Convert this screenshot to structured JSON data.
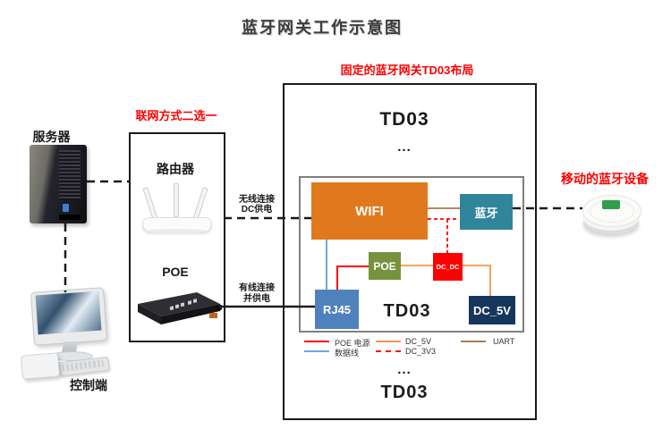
{
  "title": "蓝牙网关工作示意图",
  "captions": {
    "fixed_gateway": "固定的蓝牙网关TD03布局",
    "network_choice": "联网方式二选一",
    "mobile_device": "移动的蓝牙设备"
  },
  "left_side": {
    "server_label": "服务器",
    "control_label": "控制端",
    "router_label": "路由器",
    "poe_switch_label": "POE"
  },
  "connections": {
    "wireless_line1": "无线连接",
    "wireless_line2": "DC供电",
    "wired_line1": "有线连接",
    "wired_line2": "并供电"
  },
  "gateway": {
    "td03_top": "TD03",
    "ellipsis_top": "...",
    "td03_mid": "TD03",
    "ellipsis_bottom": "...",
    "td03_bottom": "TD03",
    "modules": {
      "wifi": "WIFI",
      "bluetooth": "蓝牙",
      "poe": "POE",
      "dcdc": "DC_DC",
      "rj45": "RJ45",
      "dc5v": "DC_5V"
    }
  },
  "legend": [
    {
      "label": "POE 电源",
      "color": "#ff0000",
      "style": "solid"
    },
    {
      "label": "DC_5V",
      "color": "#f79646",
      "style": "solid"
    },
    {
      "label": "UART",
      "color": "#a97c50",
      "style": "solid"
    },
    {
      "label": "数据线",
      "color": "#6fa8dc",
      "style": "solid"
    },
    {
      "label": "DC_3V3",
      "color": "#ff0000",
      "style": "dashed"
    }
  ],
  "colors": {
    "accent_red": "#fe0000",
    "wifi_box": "#e0791d",
    "bluetooth_box": "#31859b",
    "poe_box": "#76923c",
    "dcdc_box": "#fe0000",
    "rj45_box": "#4f81bd",
    "dc5v_box": "#17365d",
    "line_poe_power": "#ff0000",
    "line_dc5v": "#f79646",
    "line_uart": "#a97c50",
    "line_data": "#6fa8dc",
    "line_dc3v3": "#ff0000"
  }
}
